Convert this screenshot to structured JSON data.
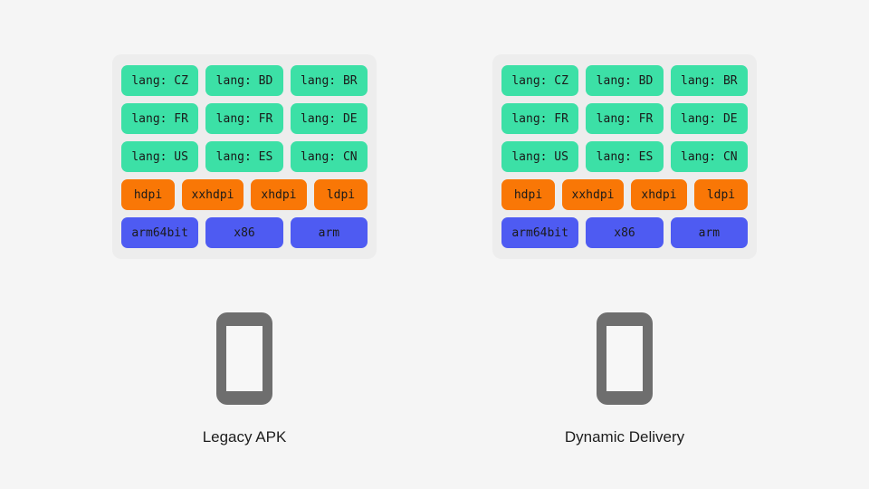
{
  "page": {
    "background_color": "#f5f5f5",
    "panel_color": "#ededed",
    "chip_colors": {
      "lang": "#3ce0a6",
      "dpi": "#f97706",
      "abi": "#4e5bf2"
    },
    "device_color": "#6e6e6e",
    "text_color": "#1a1a1a"
  },
  "columns": [
    {
      "caption": "Legacy APK",
      "device_icon": "phone-icon",
      "rows": [
        {
          "kind": "lang",
          "chips": [
            "lang: CZ",
            "lang: BD",
            "lang: BR"
          ]
        },
        {
          "kind": "lang",
          "chips": [
            "lang: FR",
            "lang: FR",
            "lang: DE"
          ]
        },
        {
          "kind": "lang",
          "chips": [
            "lang: US",
            "lang: ES",
            "lang: CN"
          ]
        },
        {
          "kind": "dpi",
          "chips": [
            "hdpi",
            "xxhdpi",
            "xhdpi",
            "ldpi"
          ]
        },
        {
          "kind": "abi",
          "chips": [
            "arm64bit",
            "x86",
            "arm"
          ]
        }
      ]
    },
    {
      "caption": "Dynamic Delivery",
      "device_icon": "phone-icon",
      "rows": [
        {
          "kind": "lang",
          "chips": [
            "lang: CZ",
            "lang: BD",
            "lang: BR"
          ]
        },
        {
          "kind": "lang",
          "chips": [
            "lang: FR",
            "lang: FR",
            "lang: DE"
          ]
        },
        {
          "kind": "lang",
          "chips": [
            "lang: US",
            "lang: ES",
            "lang: CN"
          ]
        },
        {
          "kind": "dpi",
          "chips": [
            "hdpi",
            "xxhdpi",
            "xhdpi",
            "ldpi"
          ]
        },
        {
          "kind": "abi",
          "chips": [
            "arm64bit",
            "x86",
            "arm"
          ]
        }
      ]
    }
  ]
}
